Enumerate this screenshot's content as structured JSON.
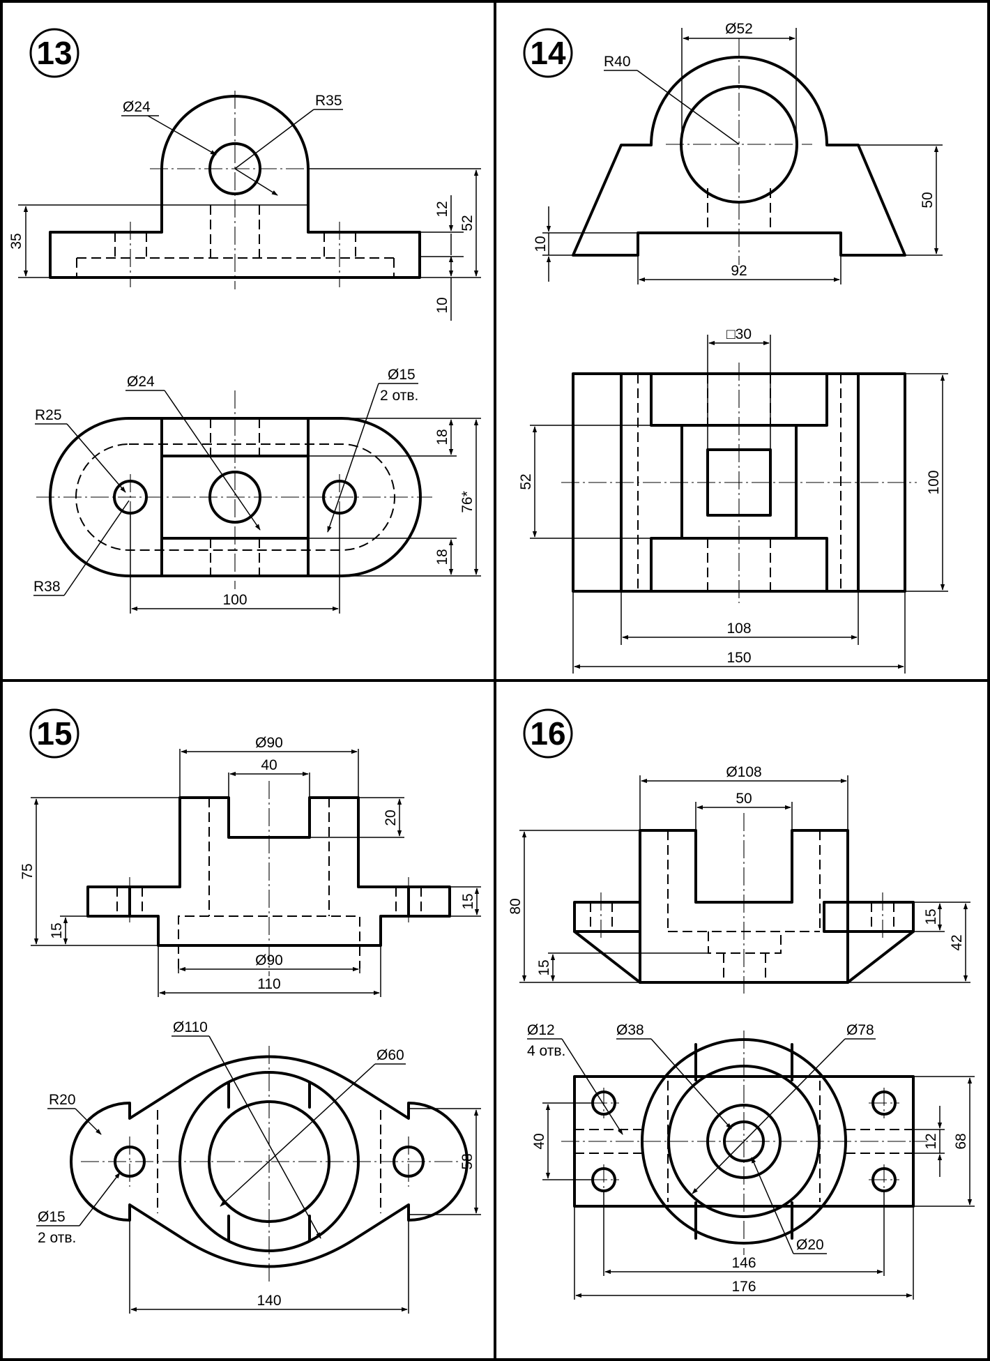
{
  "panels": [
    {
      "number": "13",
      "dims": {
        "d24_top": "Ø24",
        "r35": "R35",
        "h35": "35",
        "h12": "12",
        "h52": "52",
        "h10": "10",
        "d24_plan": "Ø24",
        "d15": "Ø15",
        "holes": "2 отв.",
        "r25": "R25",
        "r38": "R38",
        "w18_top": "18",
        "w18_bot": "18",
        "w76": "76*",
        "l100": "100"
      }
    },
    {
      "number": "14",
      "dims": {
        "d52": "Ø52",
        "r40": "R40",
        "h50": "50",
        "h10": "10",
        "w92": "92",
        "sq30": "□30",
        "h52": "52",
        "h100": "100",
        "w108": "108",
        "w150": "150"
      }
    },
    {
      "number": "15",
      "dims": {
        "d90_top": "Ø90",
        "w40": "40",
        "h20": "20",
        "h75": "75",
        "h15_right": "15",
        "h15_left": "15",
        "d90_bottom": "Ø90",
        "w110": "110",
        "d110": "Ø110",
        "d60": "Ø60",
        "r20": "R20",
        "d15": "Ø15",
        "holes": "2 отв.",
        "h58": "58",
        "w140": "140"
      }
    },
    {
      "number": "16",
      "dims": {
        "d108": "Ø108",
        "w50": "50",
        "h80": "80",
        "h15_right": "15",
        "h42": "42",
        "h15_left": "15",
        "d12": "Ø12",
        "holes": "4 отв.",
        "d38": "Ø38",
        "d78": "Ø78",
        "h40": "40",
        "h12": "12",
        "h68": "68",
        "w146": "146",
        "d20": "Ø20",
        "w176": "176"
      }
    }
  ]
}
